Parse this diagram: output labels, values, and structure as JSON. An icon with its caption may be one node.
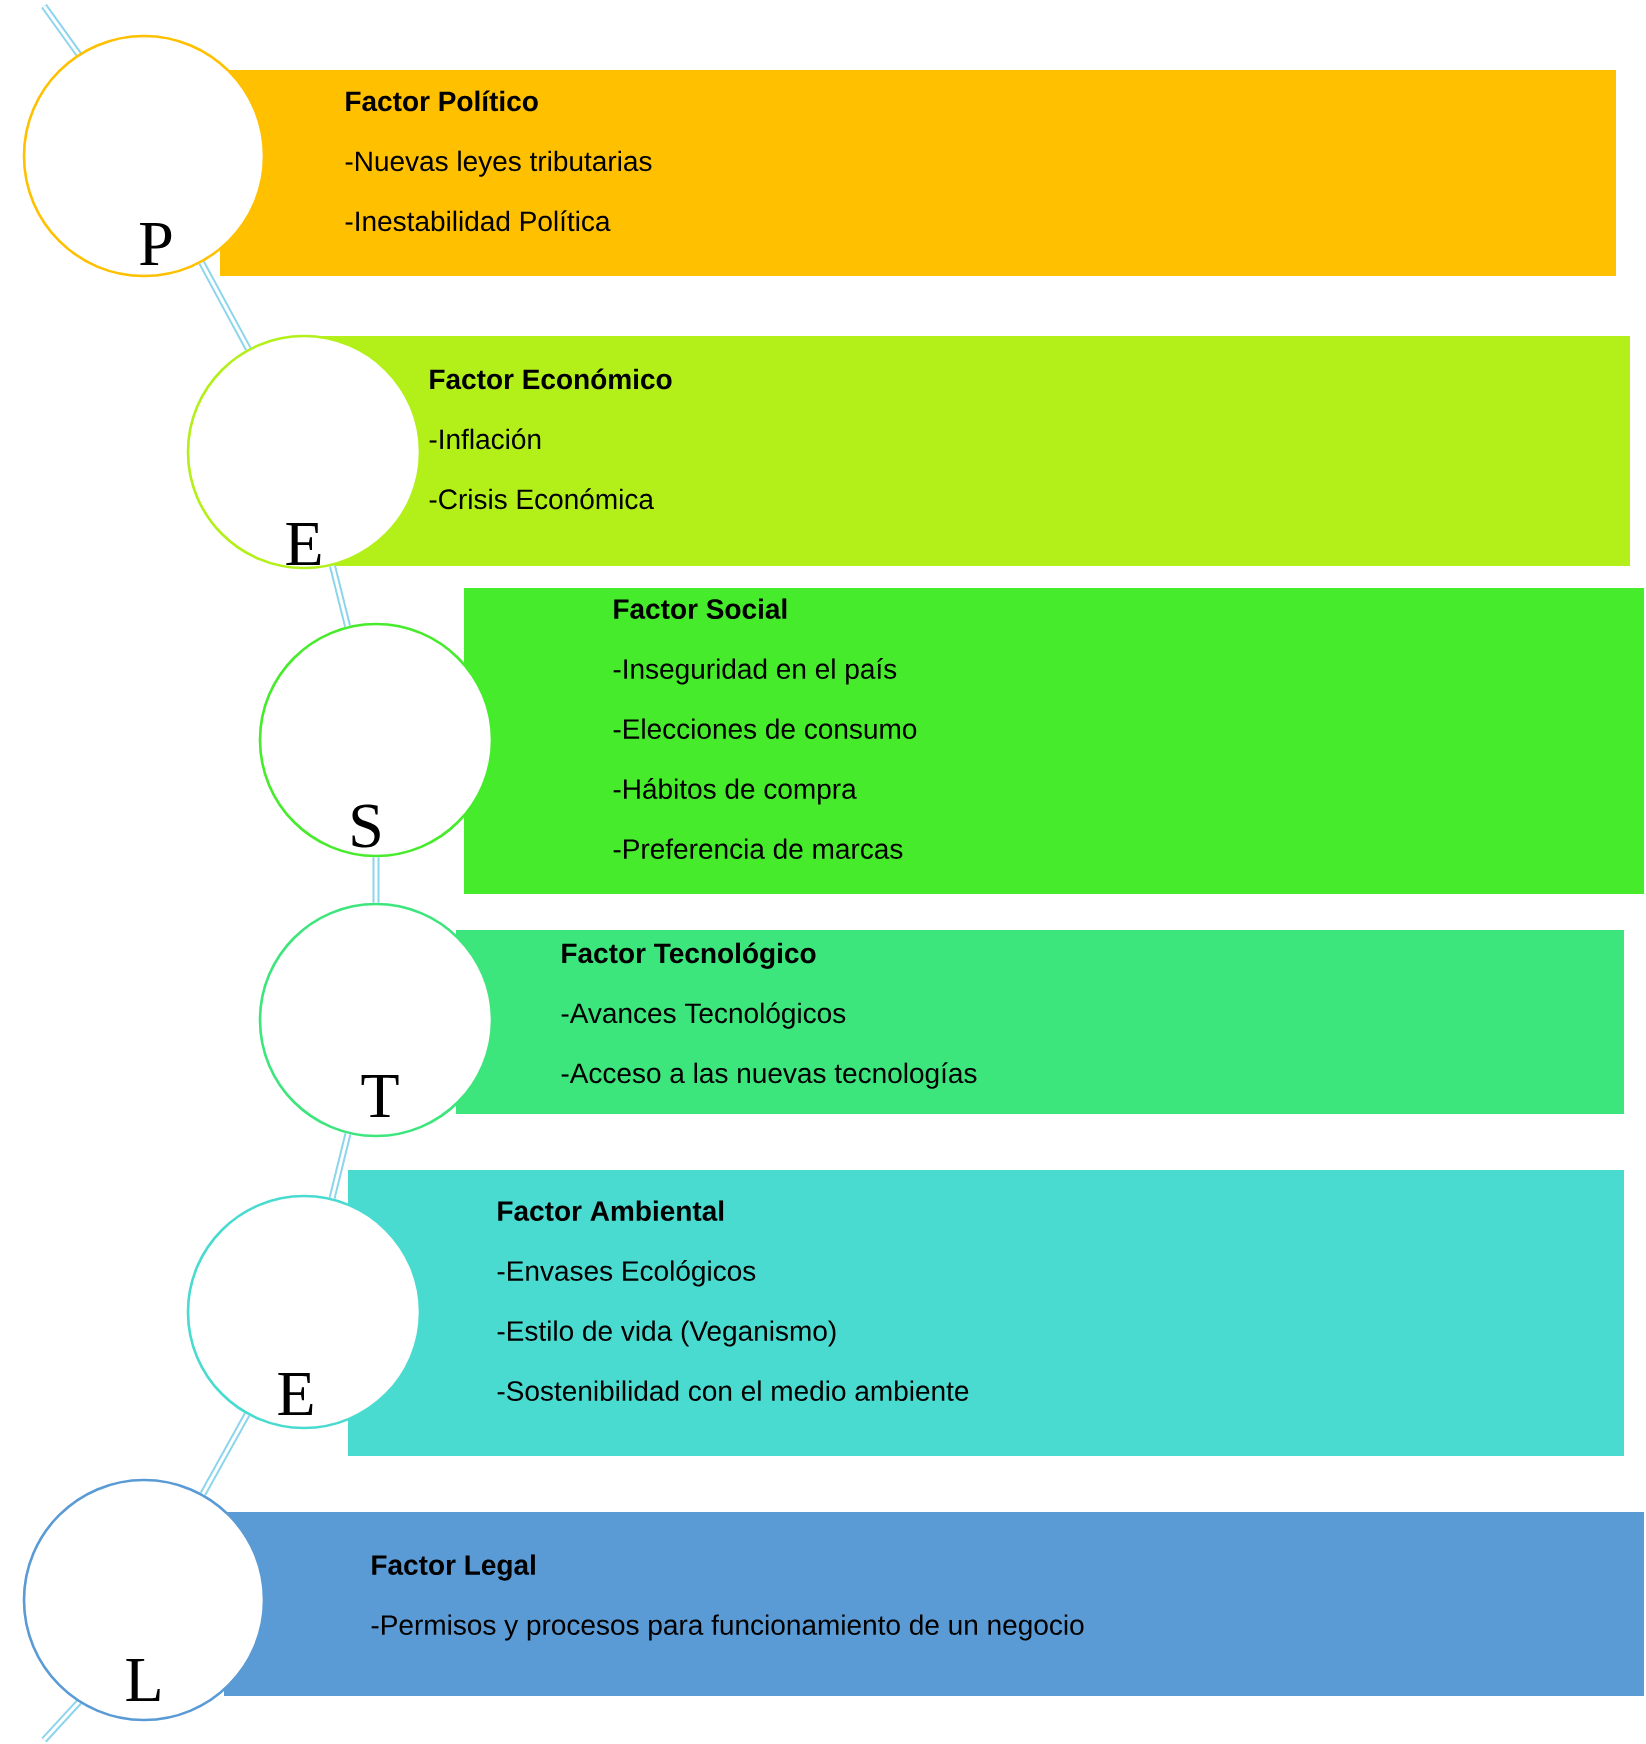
{
  "diagram": {
    "nodes": [
      {
        "text": [
          "P"
        ]
      },
      {
        "text": [
          "Factor Político",
          "-Nuevas leyes tributarias",
          "-Inestabilidad Política"
        ]
      },
      {
        "text": [
          "E"
        ]
      },
      {
        "text": [
          "Factor Económico",
          "-Inflación",
          "-Crisis Económica"
        ]
      },
      {
        "text": [
          "S"
        ]
      },
      {
        "text": [
          "Factor Social",
          "-Inseguridad en el país",
          "-Elecciones de consumo",
          "-Hábitos de compra",
          "-Preferencia de marcas"
        ]
      },
      {
        "text": [
          "T"
        ]
      },
      {
        "text": [
          "Factor Tecnológico",
          "-Avances Tecnológicos",
          "-Acceso a las nuevas tecnologías"
        ]
      },
      {
        "text": [
          "E"
        ]
      },
      {
        "text": [
          "Factor Ambiental",
          "-Envases Ecológicos",
          "-Estilo de vida (Veganismo)",
          "-Sostenibilidad con el medio ambiente"
        ]
      },
      {
        "text": [
          "L"
        ]
      },
      {
        "text": [
          "Factor Legal",
          "-Permisos y procesos para funcionamiento de un negocio"
        ]
      }
    ],
    "edges": [
      {
        "from": 0,
        "to": 2,
        "arrow": "none"
      },
      {
        "from": 2,
        "to": 4,
        "arrow": "none"
      },
      {
        "from": 4,
        "to": 6,
        "arrow": "none"
      },
      {
        "from": 6,
        "to": 8,
        "arrow": "none"
      },
      {
        "from": 8,
        "to": 10,
        "arrow": "none"
      }
    ]
  }
}
